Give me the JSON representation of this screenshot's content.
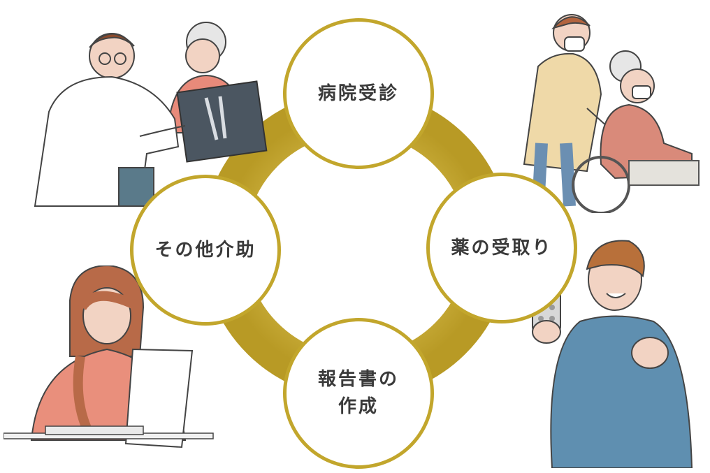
{
  "colors": {
    "ring": "#c2a62c",
    "node_border": "#c2a62c",
    "text": "#3a3a3a"
  },
  "nodes": {
    "top": "病院受診",
    "right": "薬の受取り",
    "bottom": "報告書の\n作成",
    "left": "その他介助"
  },
  "illustrations": {
    "top_left": "doctor-with-xray-and-elderly-woman",
    "top_right": "caregiver-pushing-wheelchair",
    "bottom_left": "woman-reading-document",
    "bottom_right": "man-holding-medicine"
  }
}
